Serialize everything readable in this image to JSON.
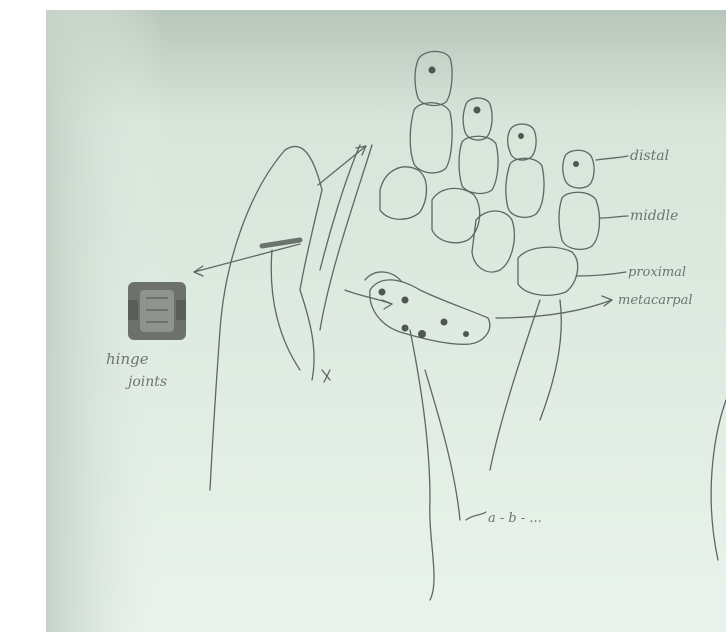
{
  "labels": {
    "distal": "distal",
    "middle": "middle",
    "proximal": "proximal",
    "metacarpal": "metacarpal",
    "hinge_joint_line1": "hinge",
    "hinge_joint_line2": "joints",
    "bottom_note": "a - b - ..."
  },
  "colors": {
    "paper": "#e8f2ea",
    "ink": "#5e6763",
    "joint_fill": "#6d716e",
    "top_band": "#b9c7bd"
  }
}
